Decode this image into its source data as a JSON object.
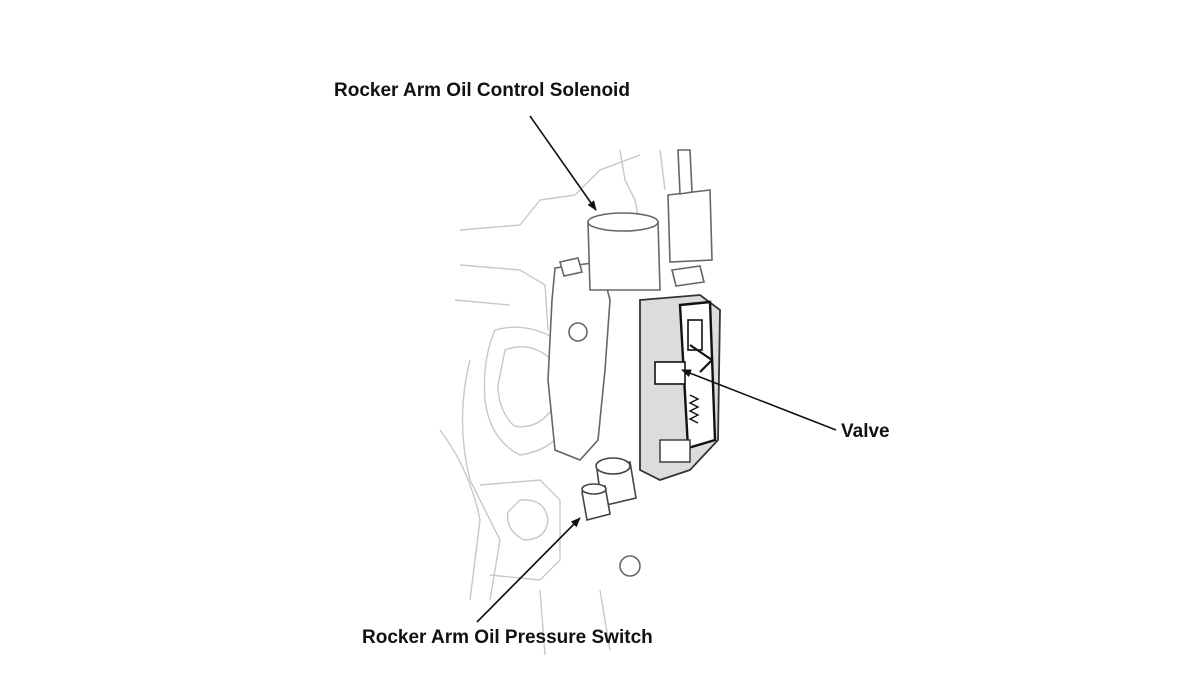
{
  "labels": {
    "solenoid": "Rocker Arm Oil Control Solenoid",
    "valve": "Valve",
    "pressure_switch": "Rocker Arm Oil Pressure Switch"
  },
  "colors": {
    "ink": "#111111",
    "ghost_line": "#c8c8c8",
    "light_line": "#9a9a9a",
    "section_fill": "#d9d9d9",
    "background": "#ffffff"
  }
}
